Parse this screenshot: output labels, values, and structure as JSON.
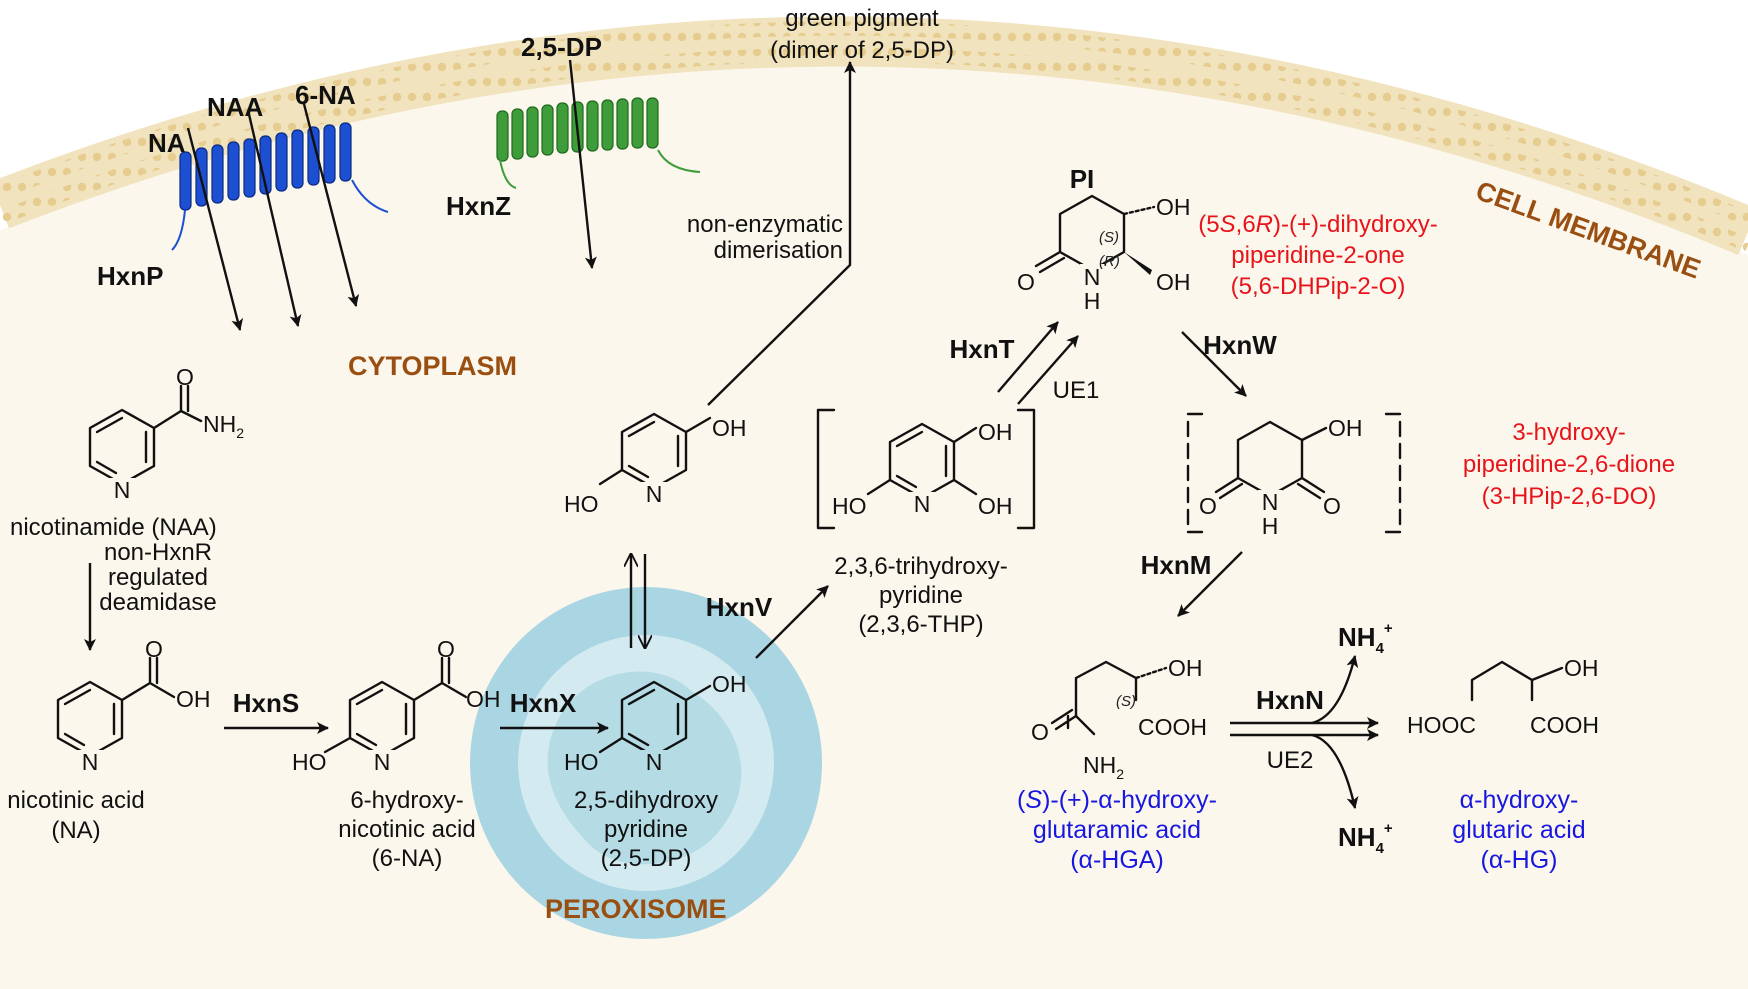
{
  "colors": {
    "cytoplasm": "#fcf7ec",
    "membrane": "#f0dfb0",
    "membrane_dots": "#e3c98c",
    "peroxisome_outer": "#a9d6e2",
    "peroxisome_inner": "#d2eaf0",
    "hxnp": "#1446c8",
    "hxnz": "#3e9c3a",
    "red_label": "#e8141b",
    "blue_label": "#1717e0",
    "brown_label": "#9a4f12"
  },
  "compartments": {
    "cell_membrane": "CELL MEMBRANE",
    "cytoplasm": "CYTOPLASM",
    "peroxisome": "PEROXISOME"
  },
  "transporters": {
    "hxnp": "HxnP",
    "hxnz": "HxnZ",
    "na": "NA",
    "naa": "NAA",
    "six_na": "6-NA",
    "dp": "2,5-DP"
  },
  "pigment": {
    "line1": "green pigment",
    "line2": "(dimer of 2,5-DP)",
    "process1": "non-enzymatic",
    "process2": "dimerisation"
  },
  "compounds": {
    "naa": {
      "line1": "nicotinamide (NAA)"
    },
    "na": {
      "line1": "nicotinic acid",
      "line2": "(NA)"
    },
    "six_na": {
      "line1": "6-hydroxy-",
      "line2": "nicotinic acid",
      "line3": "(6-NA)"
    },
    "dp": {
      "line1": "2,5-dihydroxy",
      "line2": "pyridine",
      "line3": "(2,5-DP)"
    },
    "thp": {
      "line1": "2,3,6-trihydroxy-",
      "line2": "pyridine",
      "line3": "(2,3,6-THP)"
    },
    "pi": {
      "title": "PI",
      "line1_pre": "(5",
      "line1_s": "S",
      "line1_mid": ",6",
      "line1_r": "R",
      "line1_post": ")-(+)-dihydroxy-",
      "line2": "piperidine-2-one",
      "line3": "(5,6-DHPip-2-O)"
    },
    "hpip": {
      "line1": "3-hydroxy-",
      "line2": "piperidine-2,6-dione",
      "line3": "(3-HPip-2,6-DO)"
    },
    "hga": {
      "line1_pre": "(",
      "line1_s": "S",
      "line1_post": ")-(+)-α-hydroxy-",
      "line2": "glutaramic acid",
      "line3": "(α-HGA)"
    },
    "hg": {
      "line1": "α-hydroxy-",
      "line2": "glutaric acid",
      "line3": "(α-HG)"
    }
  },
  "enzymes": {
    "deamidase1": "non-HxnR",
    "deamidase2": "regulated",
    "deamidase3": "deamidase",
    "hxns": "HxnS",
    "hxnx": "HxnX",
    "hxnv": "HxnV",
    "hxnt": "HxnT",
    "ue1": "UE1",
    "hxnw": "HxnW",
    "hxnm": "HxnM",
    "hxnn": "HxnN",
    "ue2": "UE2"
  },
  "byproducts": {
    "nh4_base": "NH",
    "nh4_sub": "4",
    "nh4_sup": "+"
  },
  "atoms": {
    "O": "O",
    "N": "N",
    "H": "H",
    "OH": "OH",
    "HO": "HO",
    "NH2_base": "NH",
    "NH2_sub": "2",
    "COOH": "COOH",
    "HOOC": "HOOC",
    "S": "(S)",
    "R": "(R)"
  }
}
